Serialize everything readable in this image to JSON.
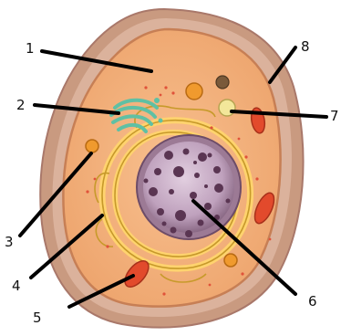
{
  "labels": {
    "l1": "1",
    "l2": "2",
    "l3": "3",
    "l4": "4",
    "l5": "5",
    "l6": "6",
    "l7": "7",
    "l8": "8"
  },
  "colors": {
    "outer_wall": "#c99a80",
    "wall_edge": "#a9786a",
    "cytoplasm": "#f4b27e",
    "membrane": "#c77f55",
    "nucleus": "#9c7a95",
    "nucleoplasm": "#c7aec4",
    "chromatin": "#5a3552",
    "er": "#ffd36e",
    "er_edge": "#c79a2a",
    "golgi": "#5fc0a4",
    "mitochondria": "#e24a2c",
    "leader": "#000000"
  }
}
